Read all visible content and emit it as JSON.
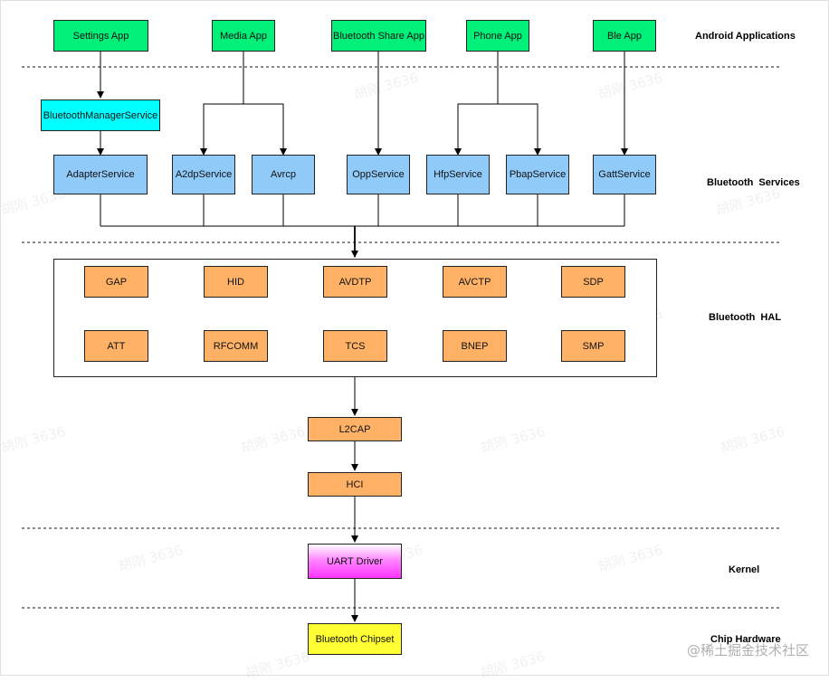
{
  "layers": {
    "apps": "Android Applications",
    "services": "Bluetooth  Services",
    "hal": "Bluetooth  HAL",
    "kernel": "Kernel",
    "chip": "Chip Hardware"
  },
  "apps": [
    "Settings App",
    "Media App",
    "Bluetooth Share App",
    "Phone App",
    "Ble App"
  ],
  "manager": "BluetoothManagerService",
  "services": [
    "AdapterService",
    "A2dpService",
    "Avrcp",
    "OppService",
    "HfpService",
    "PbapService",
    "GattService"
  ],
  "hal_row1": [
    "GAP",
    "HID",
    "AVDTP",
    "AVCTP",
    "SDP"
  ],
  "hal_row2": [
    "ATT",
    "RFCOMM",
    "TCS",
    "BNEP",
    "SMP"
  ],
  "stack": [
    "L2CAP",
    "HCI"
  ],
  "driver": "UART Driver",
  "chipset": "Bluetooth Chipset",
  "watermark": "胡刚 3636",
  "credit": "@稀土掘金技术社区",
  "colors": {
    "app": "#00f07a",
    "manager": "#00ffff",
    "service": "#90caf9",
    "protocol": "#ffb266",
    "driver": "#ff55ff",
    "chipset": "#ffff33"
  }
}
